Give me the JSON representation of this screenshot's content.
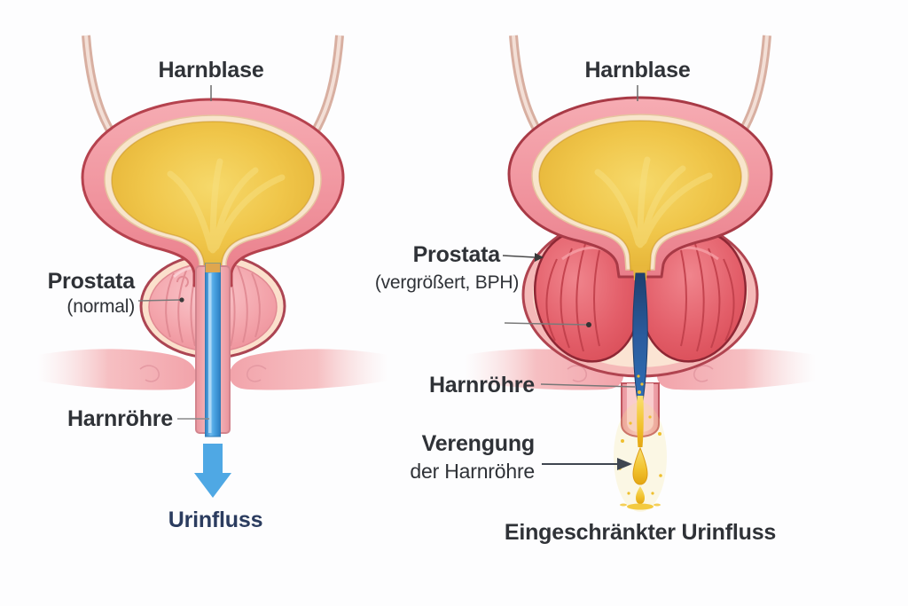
{
  "figure": {
    "description_labels": {
      "left_panel": {
        "bladder_label": "Harnblase",
        "prostate_label": "Prostata",
        "prostate_sublabel": "(normal)",
        "urethra_label": "Harnröhre",
        "flow_label": "Urinfluss"
      },
      "right_panel": {
        "bladder_label": "Harnblase",
        "prostate_label": "Prostata",
        "prostate_sublabel": "(vergrößert, BPH)",
        "urethra_label": "Harnröhre",
        "narrowing_label": "Verengung",
        "narrowing_sublabel": "der Harnröhre",
        "flow_label": "Eingeschränkter Urinfluss"
      }
    },
    "colors": {
      "label_text": "#2f3237",
      "flow_text_navy": "#2b3c5f",
      "flow_arrow_blue": "#4fa8e4",
      "urine_gold": "#e9bb33",
      "bladder_wall_pink": "#f0939d",
      "bladder_outline_crimson": "#b5424e",
      "bladder_lining_cream": "#f8e5cb",
      "prostate_normal_pink": "#f3a3aa",
      "prostate_bph_red": "#e35e69",
      "urethra_blue": "#3f9fe0",
      "narrowed_urethra_darkblue": "#2b5c9e",
      "drip_gold": "#f1c12c",
      "ureter_beige": "#d8afa1"
    }
  }
}
